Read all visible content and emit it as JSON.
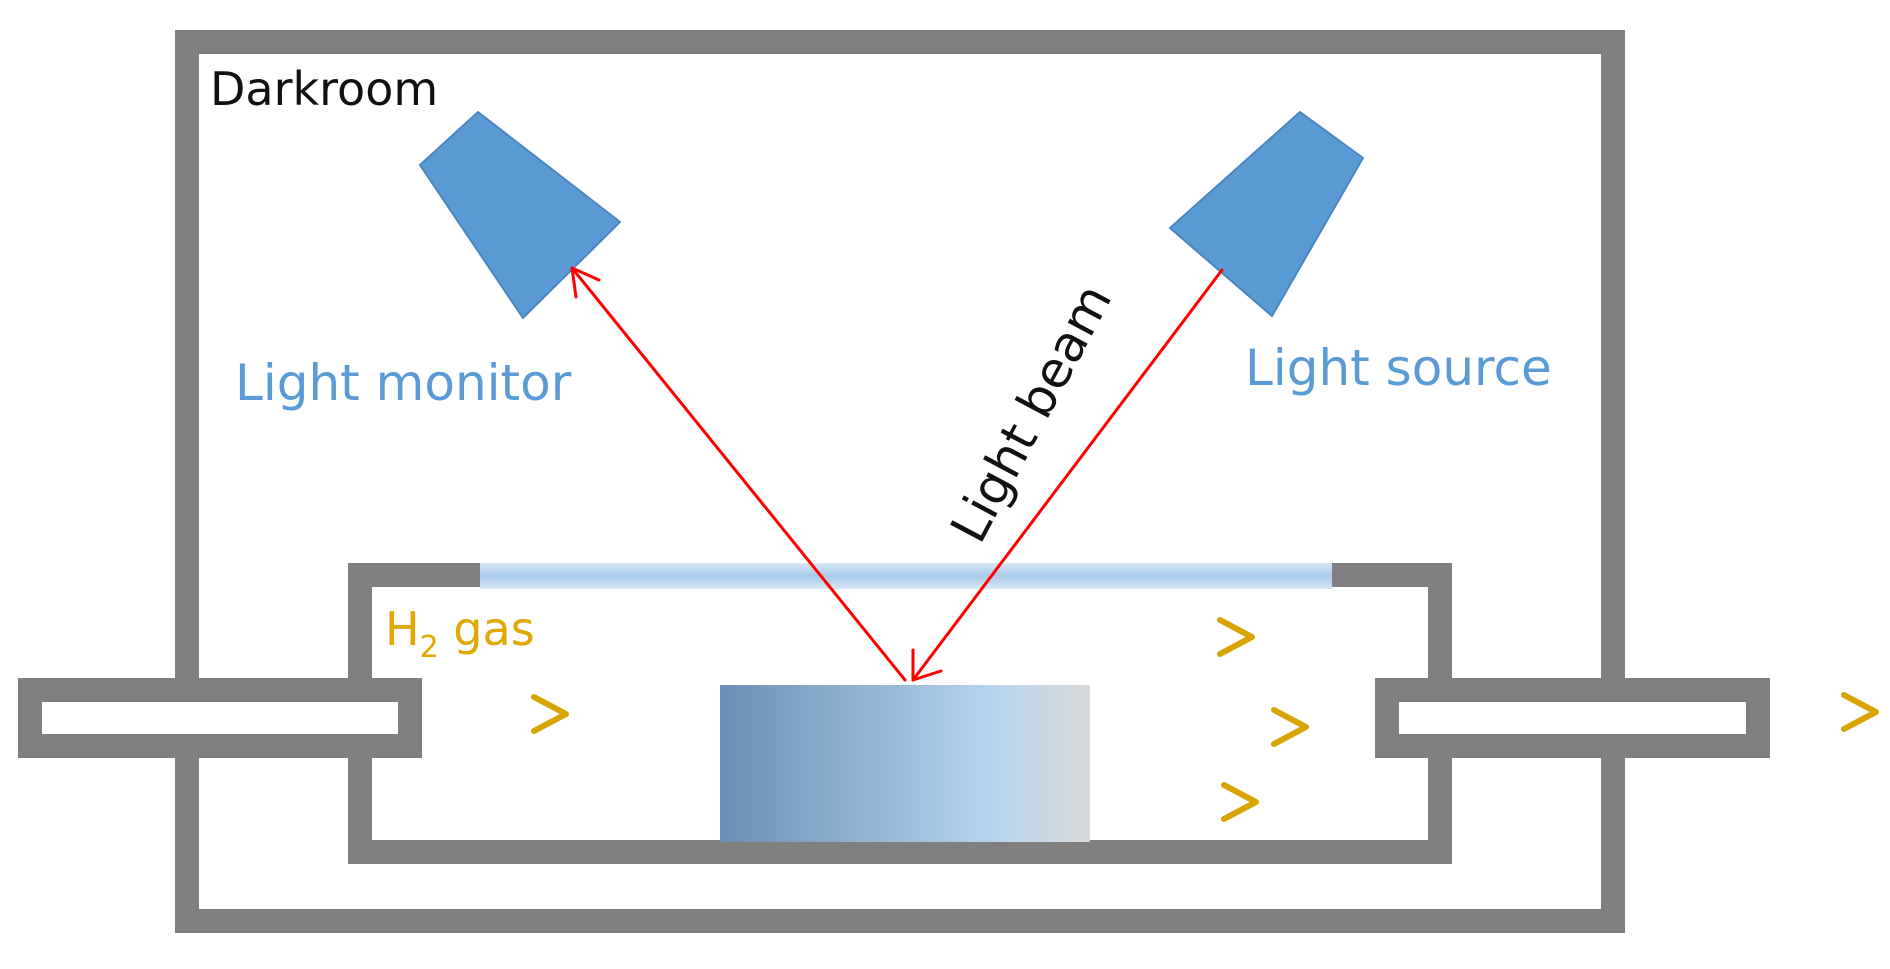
{
  "labels": {
    "darkroom": "Darkroom",
    "light_monitor": "Light monitor",
    "light_source": "Light source",
    "light_beam": "Light beam",
    "gas_prefix": "H",
    "gas_subscript": "2",
    "gas_suffix": " gas"
  },
  "colors": {
    "wall": "#808080",
    "device": "#5b9bd5",
    "device_label": "#5b9bd5",
    "beam": "#ff0000",
    "gas": "#e0a800"
  },
  "icons": {
    "light_monitor": "cone-detector-icon",
    "light_source": "cone-lamp-icon"
  }
}
